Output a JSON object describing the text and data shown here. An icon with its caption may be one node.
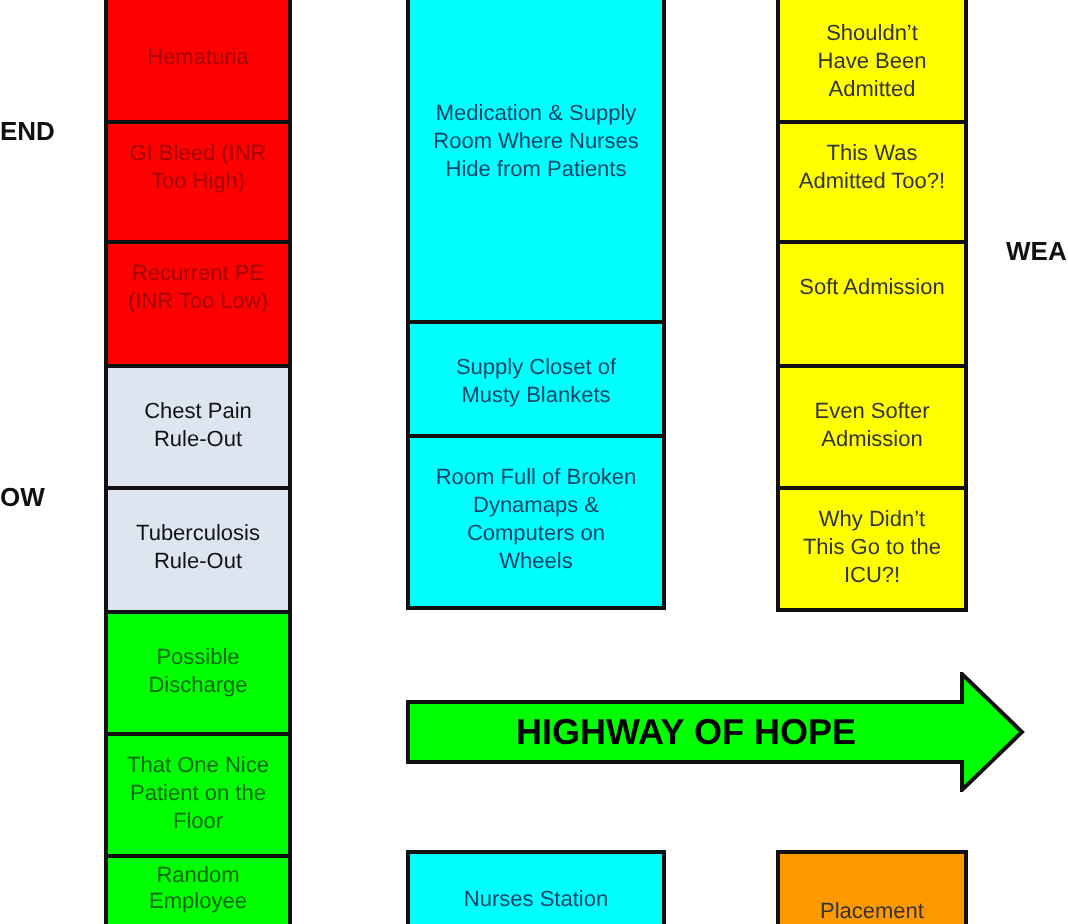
{
  "diagram": {
    "nodes": [
      {
        "text": [
          "Hematuria"
        ]
      },
      {
        "text": [
          "GI Bleed (INR Too High)"
        ]
      },
      {
        "text": [
          "Recurrent PE (INR Too Low)"
        ]
      },
      {
        "text": [
          "Chest Pain Rule-Out"
        ]
      },
      {
        "text": [
          "Tuberculosis Rule-Out"
        ]
      },
      {
        "text": [
          "Possible Discharge"
        ]
      },
      {
        "text": [
          "That One Nice Patient on the Floor"
        ]
      },
      {
        "text": [
          "Random Employee"
        ]
      },
      {
        "text": [
          "Medication & Supply Room Where Nurses Hide from Patients"
        ]
      },
      {
        "text": [
          "Supply Closet of Musty Blankets"
        ]
      },
      {
        "text": [
          "Room Full of Broken Dynamaps & Computers on Wheels"
        ]
      },
      {
        "text": [
          "HIGHWAY OF HOPE"
        ]
      },
      {
        "text": [
          "Nurses Station"
        ]
      },
      {
        "text": [
          "Shouldn’t Have Been Admitted"
        ]
      },
      {
        "text": [
          "This Was Admitted Too?!"
        ]
      },
      {
        "text": [
          "Soft Admission"
        ]
      },
      {
        "text": [
          "Even Softer Admission"
        ]
      },
      {
        "text": [
          "Why Didn’t This Go to the ICU?!"
        ]
      },
      {
        "text": [
          "Placement"
        ]
      }
    ],
    "labels": [
      "END",
      "OW",
      "WEA"
    ]
  }
}
